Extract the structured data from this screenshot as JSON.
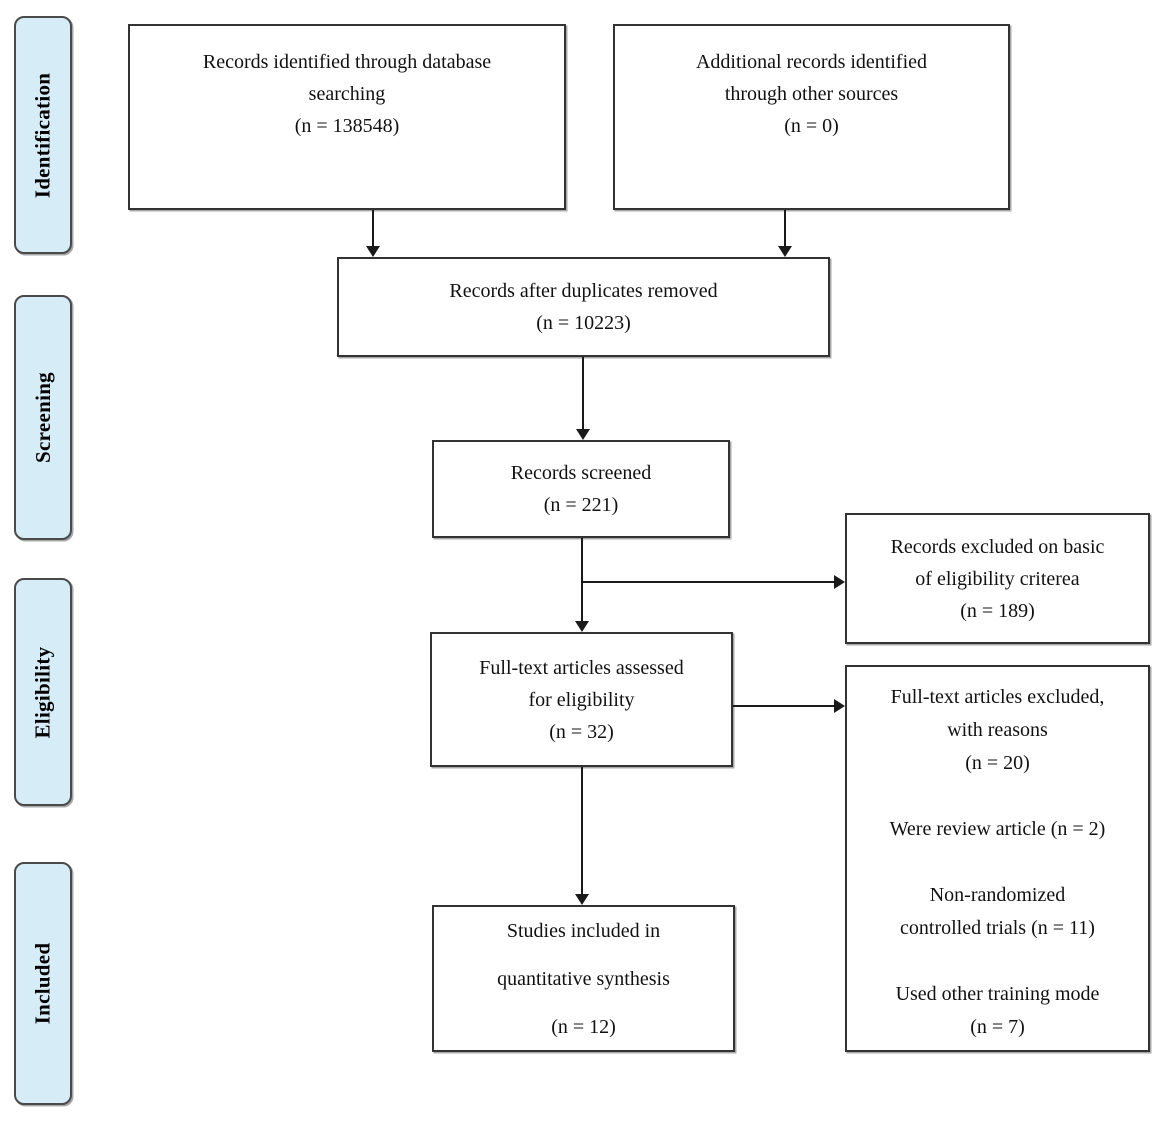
{
  "diagram_title": "PRISMA study selection flow diagram",
  "colors": {
    "stage_fill": "#d6edf8",
    "stage_border": "#4a4a4a",
    "box_border": "#333333",
    "box_fill": "#ffffff",
    "arrow": "#1a1a1a",
    "text": "#111111"
  },
  "sidebar": {
    "stages": [
      {
        "label": "Identification"
      },
      {
        "label": "Screening"
      },
      {
        "label": "Eligibility"
      },
      {
        "label": "Included"
      }
    ]
  },
  "flow": {
    "nodes": {
      "database_search": {
        "text": "Records identified through database\nsearching\n(n = 138548)",
        "n": 138548
      },
      "other_sources": {
        "text": "Additional records identified\nthrough other sources\n(n = 0)",
        "n": 0
      },
      "after_duplicates": {
        "text": "Records after duplicates removed\n(n = 10223)",
        "n": 10223
      },
      "screened": {
        "text": "Records screened\n(n = 221)",
        "n": 221
      },
      "excluded_eligibility": {
        "text": "Records excluded on basic\nof eligibility criterea\n(n = 189)",
        "n": 189
      },
      "fulltext_assessed": {
        "text": "Full-text articles assessed\nfor eligibility\n(n = 32)",
        "n": 32
      },
      "fulltext_excluded": {
        "text": "Full-text articles excluded,\nwith reasons\n(n = 20)\n\nWere review article (n = 2)\n\nNon-randomized\ncontrolled trials (n = 11)\n\nUsed other training mode\n(n = 7)",
        "n": 20,
        "reasons": [
          {
            "label": "Were review article",
            "n": 2
          },
          {
            "label": "Non-randomized controlled trials",
            "n": 11
          },
          {
            "label": "Used other training mode",
            "n": 7
          }
        ]
      },
      "included_quantitative": {
        "text": "Studies included in\nquantitative synthesis\n(n = 12)",
        "n": 12
      }
    }
  }
}
